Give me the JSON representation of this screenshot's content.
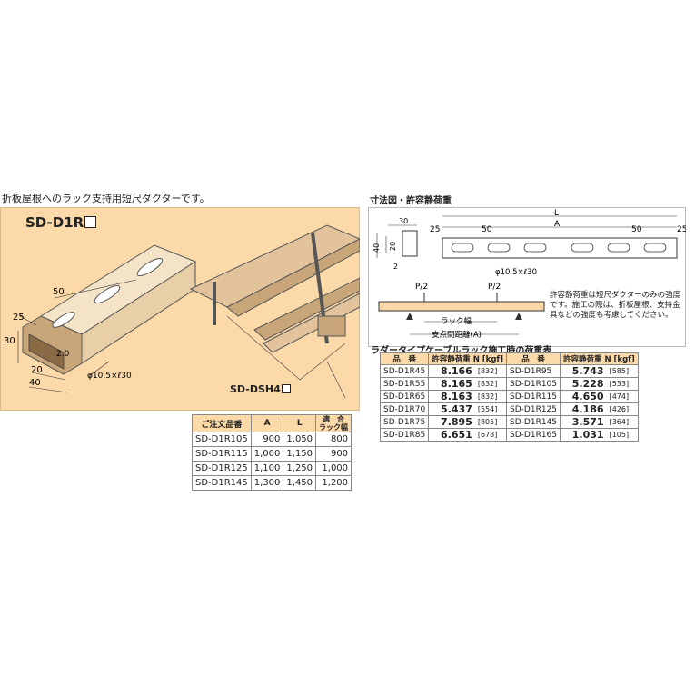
{
  "description": "折板屋根へのラック支持用短尺ダクターです。",
  "model": "SD-D1R",
  "accessory": "SD-DSH4",
  "dim_labels": {
    "d50": "50",
    "d25": "25",
    "d30": "30",
    "d20": "20",
    "d40": "40",
    "d20t": "2.0",
    "hole": "φ10.5×ℓ30"
  },
  "right_header": "寸法図・許容静荷重",
  "diagram": {
    "L": "L",
    "A": "A",
    "d25a": "25",
    "d50a": "50",
    "d50b": "50",
    "d25b": "25",
    "d30": "30",
    "d40": "40",
    "d20": "20",
    "d2": "2",
    "hole": "φ10.5×ℓ30",
    "p1": "P/2",
    "p2": "P/2",
    "rack_width": "ラック幅",
    "span": "支点間距離(A)"
  },
  "notes": "許容静荷重は短尺ダクターのみの強度です。施工の際は、折板屋根、支持金具などの強度も考慮してください。",
  "load_title": "ラダータイプケーブルラック施工時の荷重表",
  "order_table": {
    "headers": [
      "ご注文品番",
      "A",
      "L",
      "適　合\nラック幅"
    ],
    "rows": [
      [
        "SD-D1R105",
        "900",
        "1,050",
        "800"
      ],
      [
        "SD-D1R115",
        "1,000",
        "1,150",
        "900"
      ],
      [
        "SD-D1R125",
        "1,100",
        "1,250",
        "1,000"
      ],
      [
        "SD-D1R145",
        "1,300",
        "1,450",
        "1,200"
      ]
    ]
  },
  "load_table": {
    "headers": [
      "品　番",
      "許容静荷重 N [kgf]",
      "品　番",
      "許容静荷重 N [kgf]"
    ],
    "rows": [
      [
        "SD-D1R45",
        "8.166",
        "[832]",
        "SD-D1R95",
        "5.743",
        "[585]"
      ],
      [
        "SD-D1R55",
        "8.165",
        "[832]",
        "SD-D1R105",
        "5.228",
        "[533]"
      ],
      [
        "SD-D1R65",
        "8.163",
        "[832]",
        "SD-D1R115",
        "4.650",
        "[474]"
      ],
      [
        "SD-D1R70",
        "5.437",
        "[554]",
        "SD-D1R125",
        "4.186",
        "[426]"
      ],
      [
        "SD-D1R75",
        "7.895",
        "[805]",
        "SD-D1R145",
        "3.571",
        "[364]"
      ],
      [
        "SD-D1R85",
        "6.651",
        "[678]",
        "SD-D1R165",
        "1.031",
        "[105]"
      ]
    ]
  }
}
